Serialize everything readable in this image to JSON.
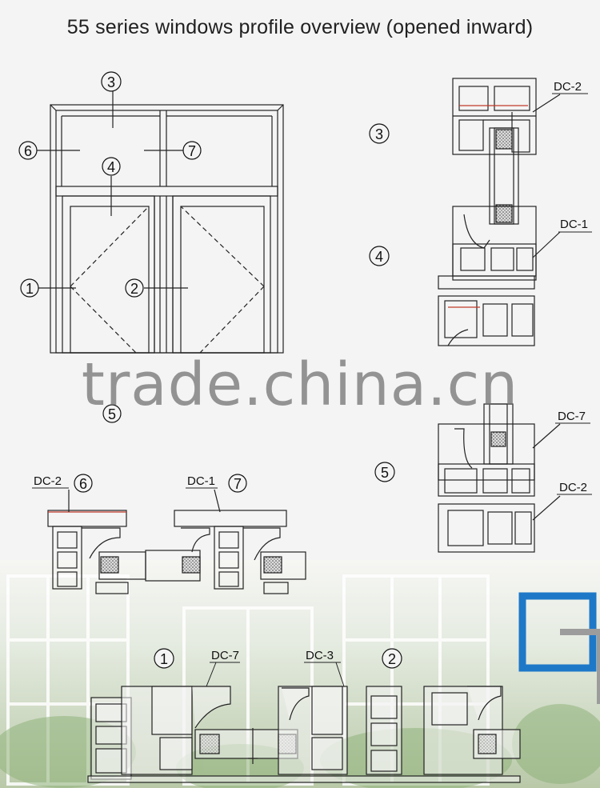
{
  "title": "55 series windows profile overview (opened inward)",
  "watermark": "trade.china.cn",
  "callouts": {
    "n1": "1",
    "n2": "2",
    "n3": "3",
    "n4": "4",
    "n5": "5",
    "n6": "6",
    "n7": "7"
  },
  "profiles": {
    "dc1": "DC-1",
    "dc2": "DC-2",
    "dc3": "DC-3",
    "dc7": "DC-7"
  },
  "colors": {
    "background": "#f4f4f4",
    "line": "#222222",
    "accent_red": "#c0392b",
    "frame_blue": "#1e78c8",
    "photo_green": "#7fa86a"
  }
}
